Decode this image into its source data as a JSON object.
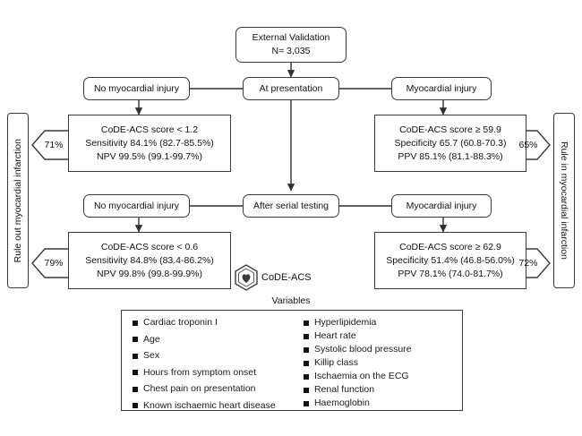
{
  "figure": {
    "root": {
      "line1": "External Validation",
      "line2": "N= 3,035"
    },
    "stage_presentation": "At presentation",
    "stage_serial": "After serial testing",
    "branch_no_injury_1": "No myocardial injury",
    "branch_injury_1": "Myocardial injury",
    "branch_no_injury_2": "No myocardial injury",
    "branch_injury_2": "Myocardial injury",
    "rule_out_label": "Rule out myocardial infarction",
    "rule_in_label": "Rule in myocardial infarction",
    "results": {
      "presentation_rule_out": {
        "line1": "CoDE-ACS score < 1.2",
        "line2": "Sensitivity 84.1% (82.7-85.5%)",
        "line3": "NPV 99.5% (99.1-99.7%)",
        "percent": "71%"
      },
      "presentation_rule_in": {
        "line1": "CoDE-ACS score ≥ 59.9",
        "line2": "Specificity 65.7 (60.8-70.3)",
        "line3": "PPV 85.1% (81.1-88.3%)",
        "percent": "65%"
      },
      "serial_rule_out": {
        "line1": "CoDE-ACS score < 0.6",
        "line2": "Sensitivity 84.8% (83.4-86.2%)",
        "line3": "NPV 99.8% (99.8-99.9%)",
        "percent": "79%"
      },
      "serial_rule_in": {
        "line1": "CoDE-ACS score ≥ 62.9",
        "line2": "Specificity 51.4% (46.8-56.0%)",
        "line3": "PPV 78.1% (74.0-81.7%)",
        "percent": "72%"
      }
    },
    "logo": {
      "name": "code-acs-hex-icon",
      "text": "CoDE-ACS"
    },
    "variables": {
      "title": "Variables",
      "column_left": [
        "Cardiac troponin I",
        "Age",
        "Sex",
        "Hours from symptom onset",
        "Chest pain on presentation",
        "Known ischaemic heart disease"
      ],
      "column_right": [
        "Hyperlipidemia",
        "Heart rate",
        "Systolic blood pressure",
        "Killip class",
        "Ischaemia on the ECG",
        "Renal function",
        "Haemoglobin"
      ]
    },
    "colors": {
      "stroke": "#3a3a3a",
      "text": "#111111",
      "background": "#ffffff"
    }
  }
}
